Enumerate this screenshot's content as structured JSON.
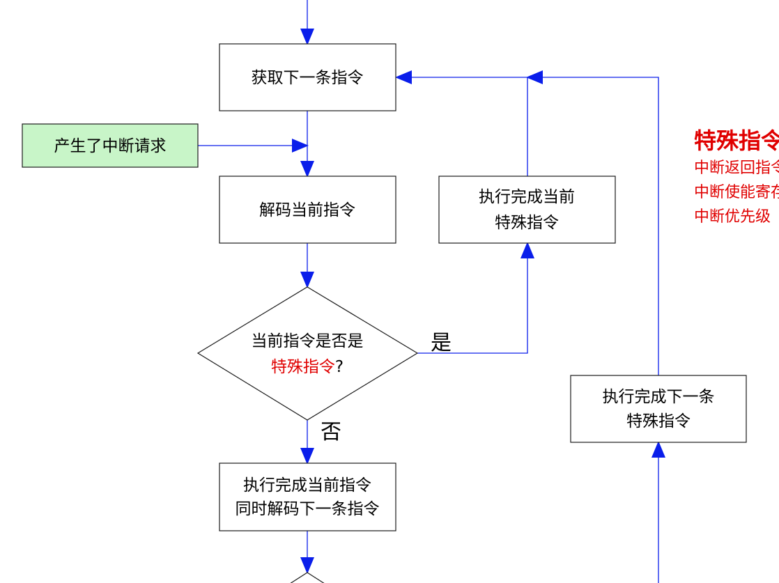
{
  "colors": {
    "arrow": "#0a1eea",
    "box_border": "#1a1a1a",
    "interrupt_fill": "#c8f5c8",
    "note_red": "#e00000"
  },
  "nodes": {
    "fetch": "获取下一条指令",
    "interrupt": "产生了中断请求",
    "decode": "解码当前指令",
    "decision_line1": "当前指令是否是",
    "decision_line2_red": "特殊指令",
    "decision_line2_tail": "?",
    "exec_special_line1": "执行完成当前",
    "exec_special_line2": "特殊指令",
    "exec_next_special_line1": "执行完成下一条",
    "exec_next_special_line2": "特殊指令",
    "exec_decode_line1": "执行完成当前指令",
    "exec_decode_line2": "同时解码下一条指令"
  },
  "labels": {
    "yes": "是",
    "no": "否"
  },
  "side_note": {
    "title": "特殊指令",
    "lines": [
      "中断返回指令",
      "中断使能寄存器",
      "中断优先级"
    ]
  }
}
